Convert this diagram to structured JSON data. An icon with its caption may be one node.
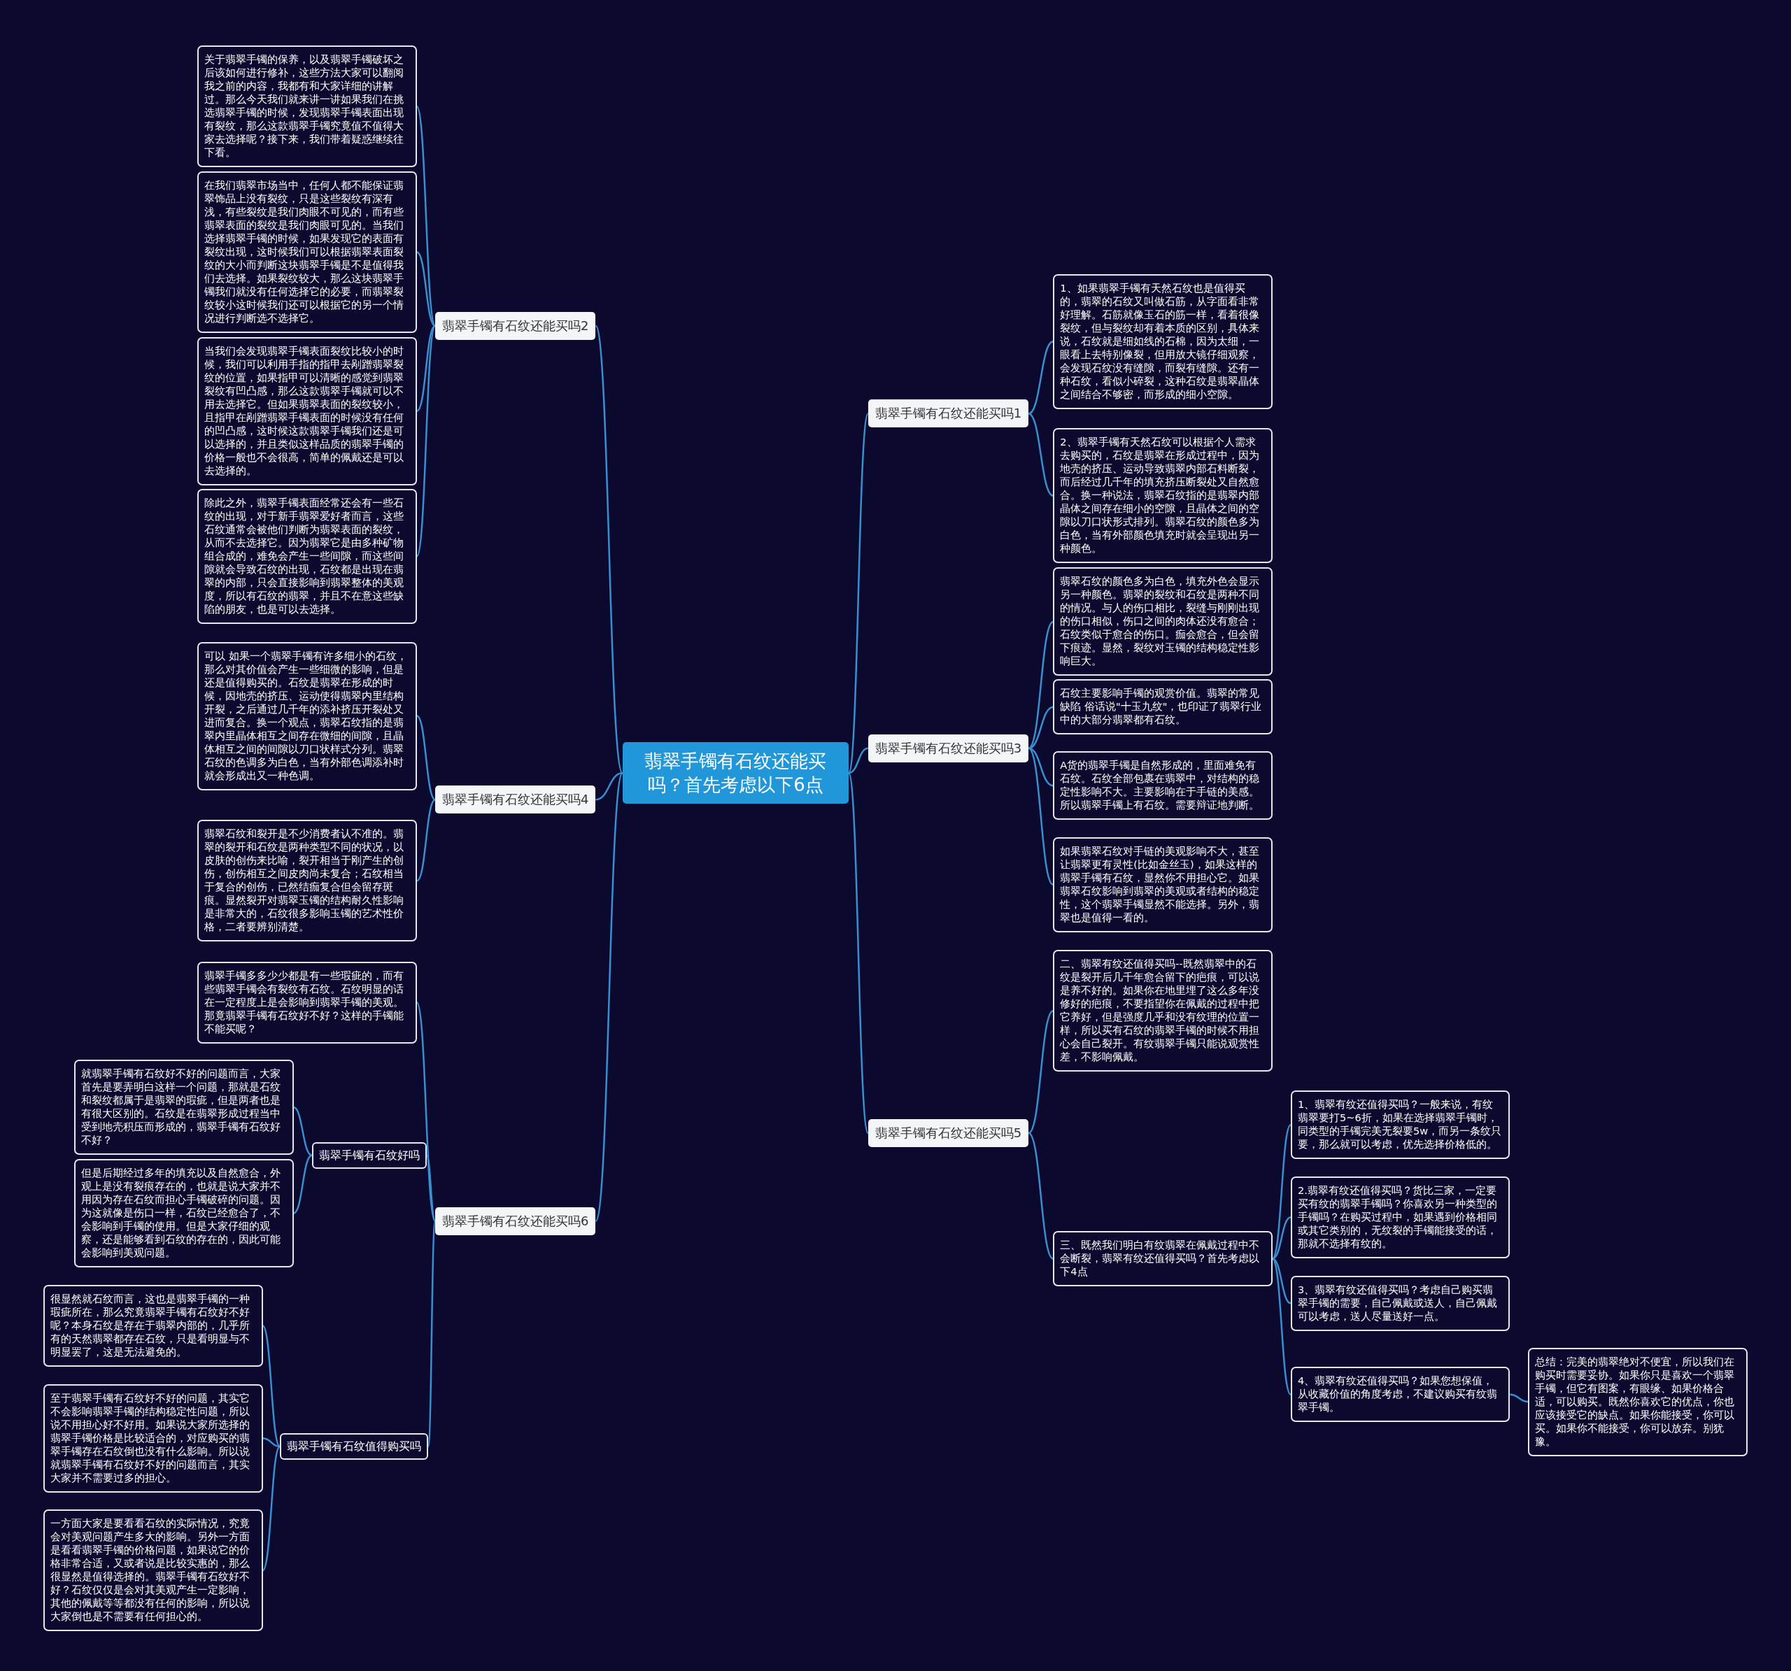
{
  "diagram": {
    "nodes": [
      {
        "text": [
          "翡翠手镯有石纹还能买吗？首先考虑以下6点"
        ]
      },
      {
        "text": [
          "翡翠手镯有石纹还能买吗2"
        ]
      },
      {
        "text": [
          "关于翡翠手镯的保养，以及翡翠手镯破坏之后该如何进行修补，这些方法大家可以翻阅我之前的内容，我都有和大家详细的讲解过。那么今天我们就来讲一讲如果我们在挑选翡翠手镯的时候，发现翡翠手镯表面出现有裂纹，那么这款翡翠手镯究竟值不值得大家去选择呢？接下来，我们带着疑惑继续往下看。"
        ]
      },
      {
        "text": [
          "在我们翡翠市场当中，任何人都不能保证翡翠饰品上没有裂纹，只是这些裂纹有深有浅，有些裂纹是我们肉眼不可见的，而有些翡翠表面的裂纹是我们肉眼可见的。当我们选择翡翠手镯的时候，如果发现它的表面有裂纹出现，这时候我们可以根据翡翠表面裂纹的大小而判断这块翡翠手镯是不是值得我们去选择。如果裂纹较大，那么这块翡翠手镯我们就没有任何选择它的必要，而翡翠裂纹较小这时候我们还可以根据它的另一个情况进行判断选不选择它。"
        ]
      },
      {
        "text": [
          "当我们会发现翡翠手镯表面裂纹比较小的时候，我们可以利用手指的指甲去剐蹭翡翠裂纹的位置，如果指甲可以清晰的感觉到翡翠裂纹有凹凸感，那么这款翡翠手镯就可以不用去选择它。但如果翡翠表面的裂纹较小，且指甲在剐蹭翡翠手镯表面的时候没有任何的凹凸感，这时候这款翡翠手镯我们还是可以选择的，并且类似这样品质的翡翠手镯的价格一般也不会很高，简单的佩戴还是可以去选择的。"
        ]
      },
      {
        "text": [
          "除此之外，翡翠手镯表面经常还会有一些石纹的出现，对于新手翡翠爱好者而言，这些石纹通常会被他们判断为翡翠表面的裂纹，从而不去选择它。因为翡翠它是由多种矿物组合成的，难免会产生一些间隙，而这些间隙就会导致石纹的出现，石纹都是出现在翡翠的内部，只会直接影响到翡翠整体的美观度，所以有石纹的翡翠，并且不在意这些缺陷的朋友，也是可以去选择。"
        ]
      },
      {
        "text": [
          "翡翠手镯有石纹还能买吗4"
        ]
      },
      {
        "text": [
          "可以 如果一个翡翠手镯有许多细小的石纹，那么对其价值会产生一些细微的影响，但是还是值得购买的。石纹是翡翠在形成的时候，因地壳的挤压、运动使得翡翠内里结构开裂，之后通过几千年的添补挤压开裂处又进而复合。换一个观点，翡翠石纹指的是翡翠内里晶体相互之间存在微细的间隙，且晶体相互之间的间隙以刀口状样式分列。翡翠石纹的色调多为白色，当有外部色调添补时就会形成出又一种色调。"
        ]
      },
      {
        "text": [
          "翡翠石纹和裂开是不少消费者认不准的。翡翠的裂开和石纹是两种类型不同的状况，以皮肤的创伤来比喻，裂开相当于刚产生的创伤，创伤相互之间皮肉尚未复合；石纹相当于复合的创伤，已然结痂复合但会留存斑痕。显然裂开对翡翠玉镯的结构耐久性影响是非常大的，石纹很多影响玉镯的艺术性价格，二者要辨别清楚。"
        ]
      },
      {
        "text": [
          "翡翠手镯有石纹还能买吗6"
        ]
      },
      {
        "text": [
          "翡翠手镯多多少少都是有一些瑕疵的，而有些翡翠手镯会有裂纹有石纹。石纹明显的话在一定程度上是会影响到翡翠手镯的美观。那竟翡翠手镯有石纹好不好？这样的手镯能不能买呢？"
        ]
      },
      {
        "text": [
          "翡翠手镯有石纹好吗"
        ]
      },
      {
        "text": [
          "就翡翠手镯有石纹好不好的问题而言，大家首先是要弄明白这样一个问题，那就是石纹和裂纹都属于是翡翠的瑕疵，但是两者也是有很大区别的。石纹是在翡翠形成过程当中受到地壳积压而形成的，翡翠手镯有石纹好不好？"
        ]
      },
      {
        "text": [
          "但是后期经过多年的填充以及自然愈合，外观上是没有裂痕存在的，也就是说大家并不用因为存在石纹而担心手镯破碎的问题。因为这就像是伤口一样，石纹已经愈合了，不会影响到手镯的使用。但是大家仔细的观察，还是能够看到石纹的存在的，因此可能会影响到美观问题。"
        ]
      },
      {
        "text": [
          "翡翠手镯有石纹值得购买吗"
        ]
      },
      {
        "text": [
          "很显然就石纹而言，这也是翡翠手镯的一种瑕疵所在，那么究竟翡翠手镯有石纹好不好呢？本身石纹是存在于翡翠内部的，几乎所有的天然翡翠都存在石纹，只是看明显与不明显罢了，这是无法避免的。"
        ]
      },
      {
        "text": [
          "至于翡翠手镯有石纹好不好的问题，其实它不会影响翡翠手镯的结构稳定性问题，所以说不用担心好不好用。如果说大家所选择的翡翠手镯价格是比较适合的，对应购买的翡翠手镯存在石纹倒也没有什么影响。所以说就翡翠手镯有石纹好不好的问题而言，其实大家并不需要过多的担心。"
        ]
      },
      {
        "text": [
          "一方面大家是要看看石纹的实际情况，究竟会对美观问题产生多大的影响。另外一方面是看看翡翠手镯的价格问题，如果说它的价格非常合适，又或者说是比较实惠的，那么很显然是值得选择的。翡翠手镯有石纹好不好？石纹仅仅是会对其美观产生一定影响，其他的佩戴等等都没有任何的影响，所以说大家倒也是不需要有任何担心的。"
        ]
      },
      {
        "text": [
          "翡翠手镯有石纹还能买吗1"
        ]
      },
      {
        "text": [
          "1、如果翡翠手镯有天然石纹也是值得买的，翡翠的石纹又叫做石筋，从字面看非常好理解。石筋就像玉石的筋一样，看着很像裂纹，但与裂纹却有着本质的区别，具体来说，石纹就是细如线的石棉，因为太细，一眼看上去特别像裂，但用放大镜仔细观察，会发现石纹没有缝隙，而裂有缝隙。还有一种石纹，看似小碎裂，这种石纹是翡翠晶体之间结合不够密，而形成的细小空隙。"
        ]
      },
      {
        "text": [
          "2、翡翠手镯有天然石纹可以根据个人需求去购买的，石纹是翡翠在形成过程中，因为地壳的挤压、运动导致翡翠内部石料断裂，而后经过几千年的填充挤压断裂处又自然愈合。换一种说法，翡翠石纹指的是翡翠内部晶体之间存在细小的空隙，且晶体之间的空隙以刀口状形式排列。翡翠石纹的颜色多为白色，当有外部颜色填充时就会呈现出另一种颜色。"
        ]
      },
      {
        "text": [
          "翡翠手镯有石纹还能买吗3"
        ]
      },
      {
        "text": [
          "翡翠石纹的颜色多为白色，填充外色会显示另一种颜色。翡翠的裂纹和石纹是两种不同的情况。与人的伤口相比，裂缝与刚刚出现的伤口相似，伤口之间的肉体还没有愈合；石纹类似于愈合的伤口。痂会愈合，但会留下痕迹。显然，裂纹对玉镯的结构稳定性影响巨大。"
        ]
      },
      {
        "text": [
          "石纹主要影响手镯的观赏价值。翡翠的常见缺陷 俗话说\"十玉九纹\"，也印证了翡翠行业中的大部分翡翠都有石纹。"
        ]
      },
      {
        "text": [
          "A货的翡翠手镯是自然形成的，里面难免有石纹。石纹全部包裹在翡翠中，对结构的稳定性影响不大。主要影响在于手链的美感。所以翡翠手镯上有石纹。需要辩证地判断。"
        ]
      },
      {
        "text": [
          "如果翡翠石纹对手链的美观影响不大，甚至让翡翠更有灵性(比如金丝玉)，如果这样的翡翠手镯有石纹，显然你不用担心它。如果翡翠石纹影响到翡翠的美观或者结构的稳定性，这个翡翠手镯显然不能选择。另外，翡翠也是值得一看的。"
        ]
      },
      {
        "text": [
          "翡翠手镯有石纹还能买吗5"
        ]
      },
      {
        "text": [
          "二、翡翠有纹还值得买吗--既然翡翠中的石纹是裂开后几千年愈合留下的疤痕，可以说是养不好的。如果你在地里埋了这么多年没修好的疤痕，不要指望你在佩戴的过程中把它养好，但是强度几乎和没有纹理的位置一样，所以买有石纹的翡翠手镯的时候不用担心会自己裂开。有纹翡翠手镯只能说观赏性差，不影响佩戴。"
        ]
      },
      {
        "text": [
          "三、既然我们明白有纹翡翠在佩戴过程中不会断裂，翡翠有纹还值得买吗？首先考虑以下4点"
        ]
      },
      {
        "text": [
          "1、翡翠有纹还值得买吗？一般来说，有纹翡翠要打5~6折，如果在选择翡翠手镯时，同类型的手镯完美无裂要5w，而另一条纹只要，那么就可以考虑，优先选择价格低的。"
        ]
      },
      {
        "text": [
          "2.翡翠有纹还值得买吗？货比三家，一定要买有纹的翡翠手镯吗？你喜欢另一种类型的手镯吗？在购买过程中，如果遇到价格相同或其它类别的，无纹裂的手镯能接受的话，那就不选择有纹的。"
        ]
      },
      {
        "text": [
          "3、翡翠有纹还值得买吗？考虑自己购买翡翠手镯的需要，自己佩戴或送人，自己佩戴可以考虑，送人尽量送好一点。"
        ]
      },
      {
        "text": [
          "4、翡翠有纹还值得买吗？如果您想保值，从收藏价值的角度考虑，不建议购买有纹翡翠手镯。"
        ]
      },
      {
        "text": [
          "总结：完美的翡翠绝对不便宜，所以我们在购买时需要妥协。如果你只是喜欢一个翡翠手镯，但它有图案，有眼缘、如果价格合适，可以购买。既然你喜欢它的优点，你也应该接受它的缺点。如果你能接受，你可以买。如果你不能接受，你可以放弃。别犹豫。"
        ]
      }
    ],
    "edges": [
      {
        "from": 0,
        "to": 1,
        "arrow": "none"
      },
      {
        "from": 1,
        "to": 2,
        "arrow": "none"
      },
      {
        "from": 1,
        "to": 3,
        "arrow": "none"
      },
      {
        "from": 1,
        "to": 4,
        "arrow": "none"
      },
      {
        "from": 1,
        "to": 5,
        "arrow": "none"
      },
      {
        "from": 0,
        "to": 6,
        "arrow": "none"
      },
      {
        "from": 6,
        "to": 7,
        "arrow": "none"
      },
      {
        "from": 6,
        "to": 8,
        "arrow": "none"
      },
      {
        "from": 0,
        "to": 9,
        "arrow": "none"
      },
      {
        "from": 9,
        "to": 10,
        "arrow": "none"
      },
      {
        "from": 9,
        "to": 11,
        "arrow": "none"
      },
      {
        "from": 11,
        "to": 12,
        "arrow": "none"
      },
      {
        "from": 11,
        "to": 13,
        "arrow": "none"
      },
      {
        "from": 9,
        "to": 14,
        "arrow": "none"
      },
      {
        "from": 14,
        "to": 15,
        "arrow": "none"
      },
      {
        "from": 14,
        "to": 16,
        "arrow": "none"
      },
      {
        "from": 14,
        "to": 17,
        "arrow": "none"
      },
      {
        "from": 0,
        "to": 18,
        "arrow": "none"
      },
      {
        "from": 18,
        "to": 19,
        "arrow": "none"
      },
      {
        "from": 18,
        "to": 20,
        "arrow": "none"
      },
      {
        "from": 0,
        "to": 21,
        "arrow": "none"
      },
      {
        "from": 21,
        "to": 22,
        "arrow": "none"
      },
      {
        "from": 21,
        "to": 23,
        "arrow": "none"
      },
      {
        "from": 21,
        "to": 24,
        "arrow": "none"
      },
      {
        "from": 21,
        "to": 25,
        "arrow": "none"
      },
      {
        "from": 0,
        "to": 26,
        "arrow": "none"
      },
      {
        "from": 26,
        "to": 27,
        "arrow": "none"
      },
      {
        "from": 26,
        "to": 28,
        "arrow": "none"
      },
      {
        "from": 28,
        "to": 29,
        "arrow": "none"
      },
      {
        "from": 28,
        "to": 30,
        "arrow": "none"
      },
      {
        "from": 28,
        "to": 31,
        "arrow": "none"
      },
      {
        "from": 28,
        "to": 32,
        "arrow": "none"
      },
      {
        "from": 32,
        "to": 33,
        "arrow": "none"
      }
    ]
  }
}
